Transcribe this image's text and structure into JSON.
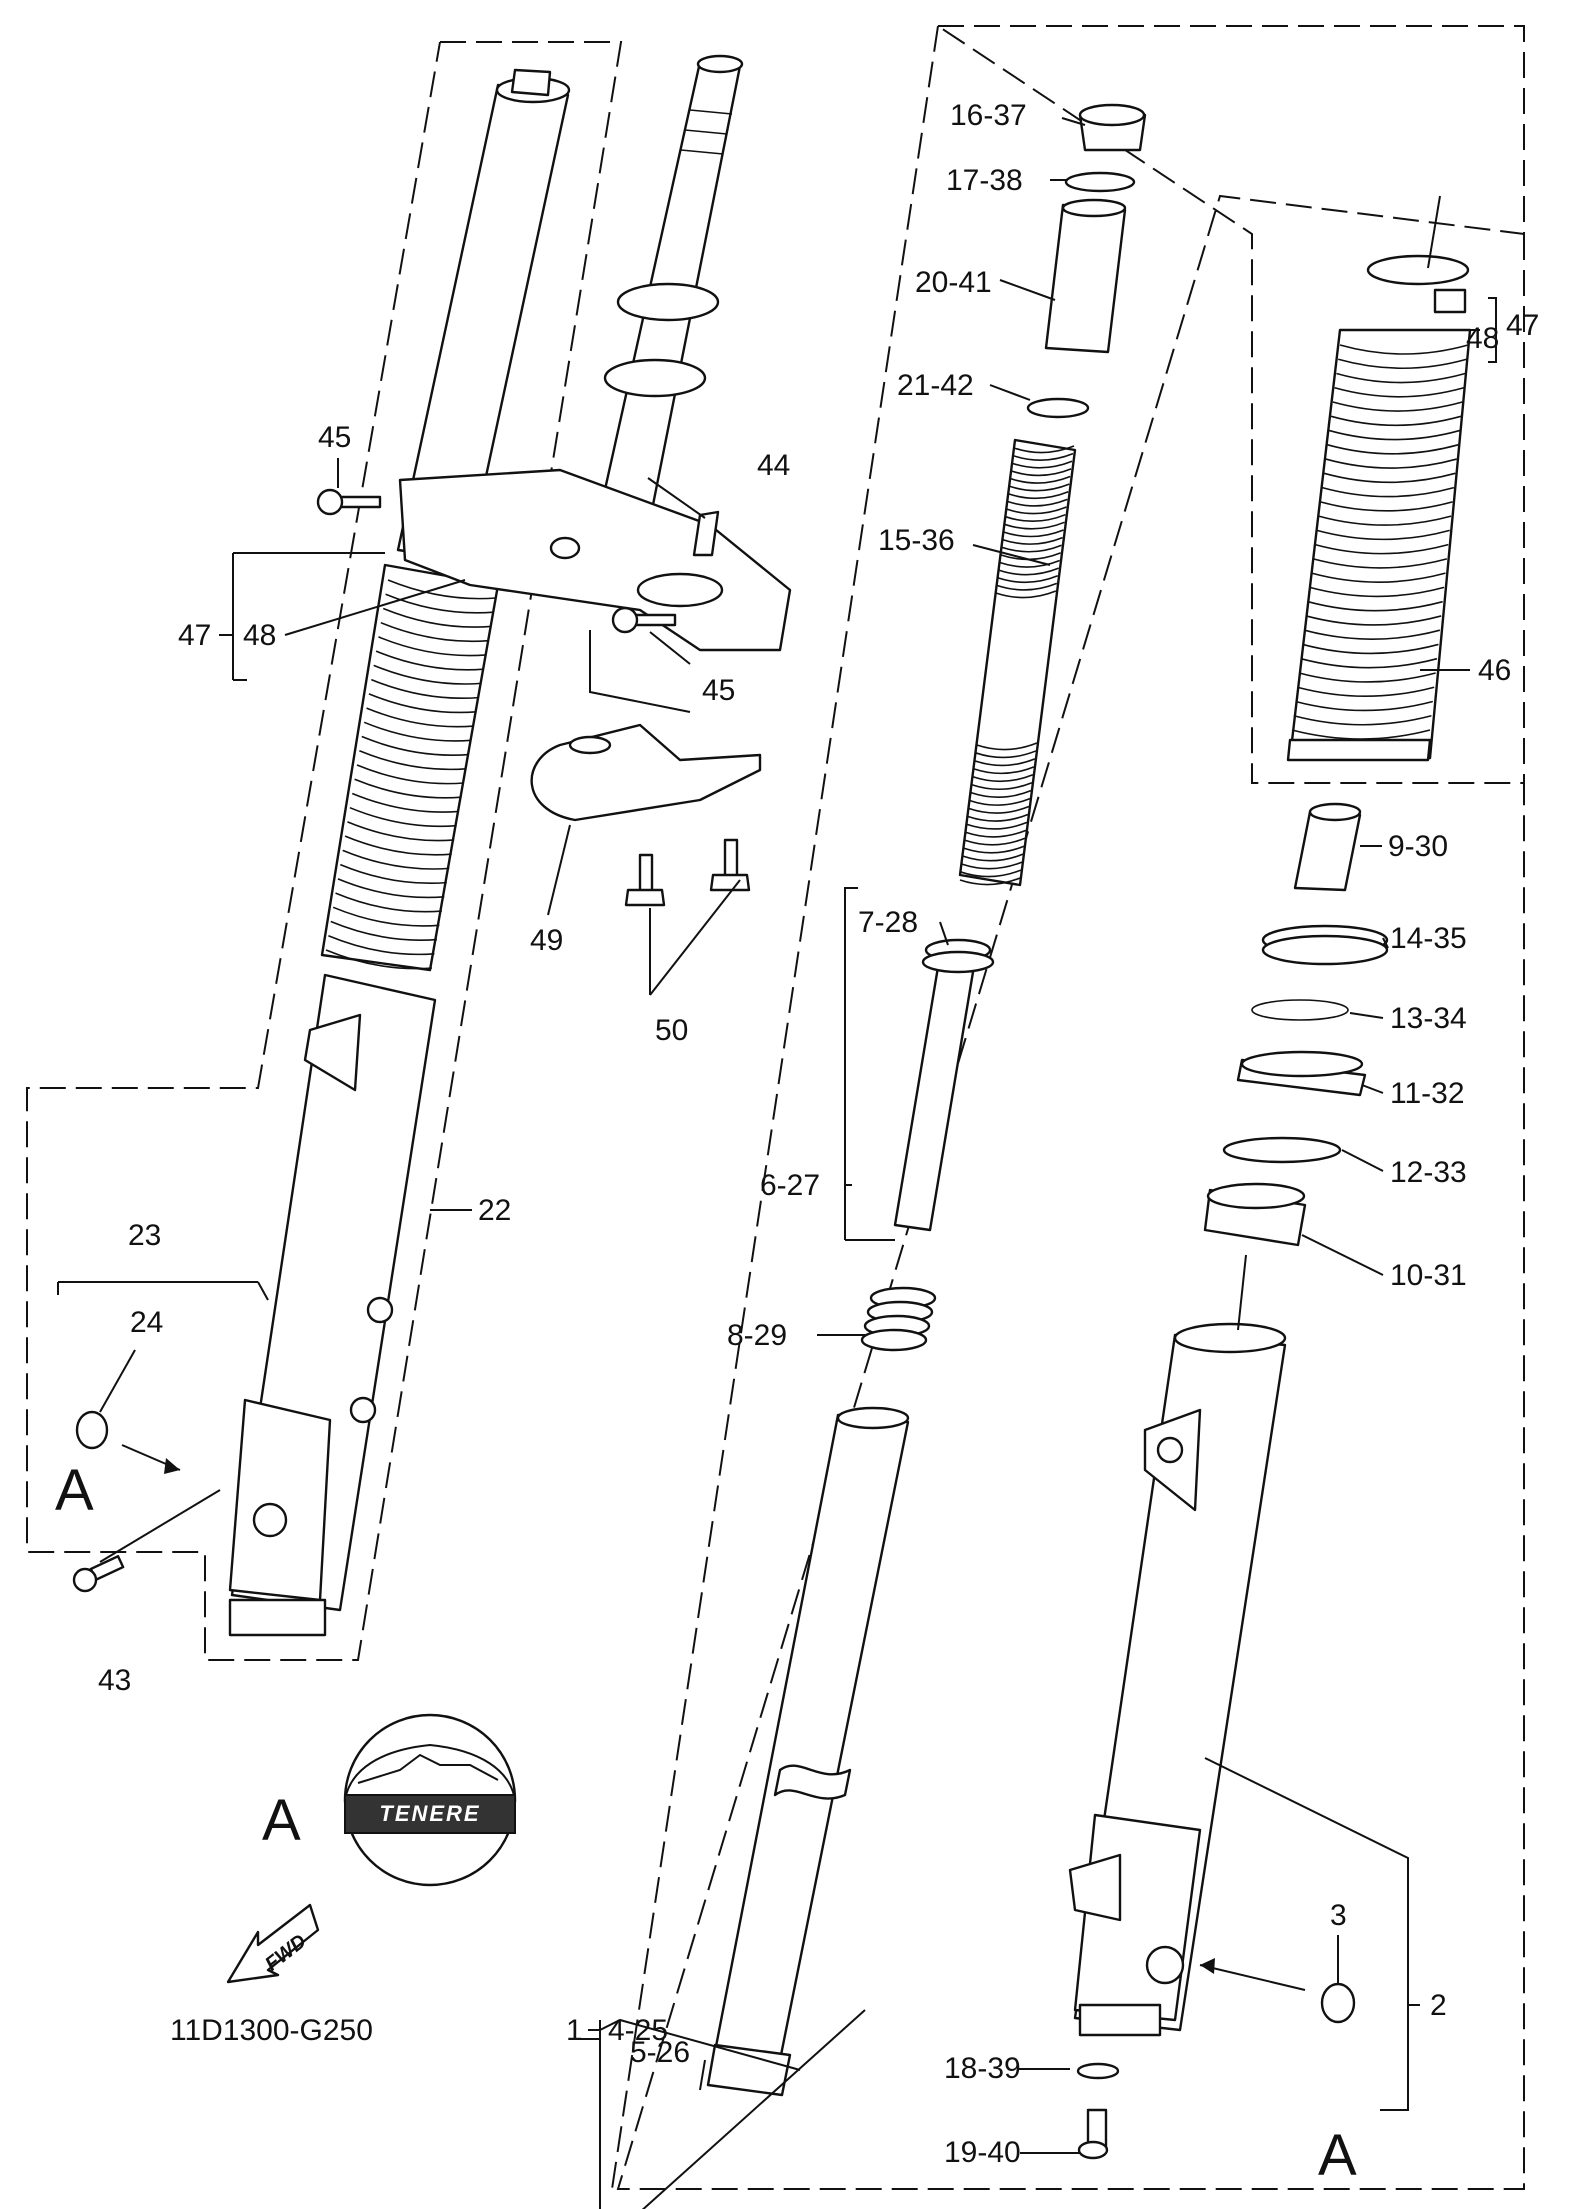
{
  "diagram_code": "11D1300-G250",
  "view_letter": "A",
  "badge_text": "TENERE",
  "fwd_label": "FWD",
  "callouts": {
    "c1": "1",
    "c2": "2",
    "c3": "3",
    "c4_25": "4-25",
    "c5_26": "5-26",
    "c6_27": "6-27",
    "c7_28": "7-28",
    "c8_29": "8-29",
    "c9_30": "9-30",
    "c10_31": "10-31",
    "c11_32": "11-32",
    "c12_33": "12-33",
    "c13_34": "13-34",
    "c14_35": "14-35",
    "c15_36": "15-36",
    "c16_37": "16-37",
    "c17_38": "17-38",
    "c18_39": "18-39",
    "c19_40": "19-40",
    "c20_41": "20-41",
    "c21_42": "21-42",
    "c22": "22",
    "c23": "23",
    "c24": "24",
    "c43": "43",
    "c44": "44",
    "c45": "45",
    "c46": "46",
    "c47": "47",
    "c48": "48",
    "c49": "49",
    "c50": "50"
  }
}
